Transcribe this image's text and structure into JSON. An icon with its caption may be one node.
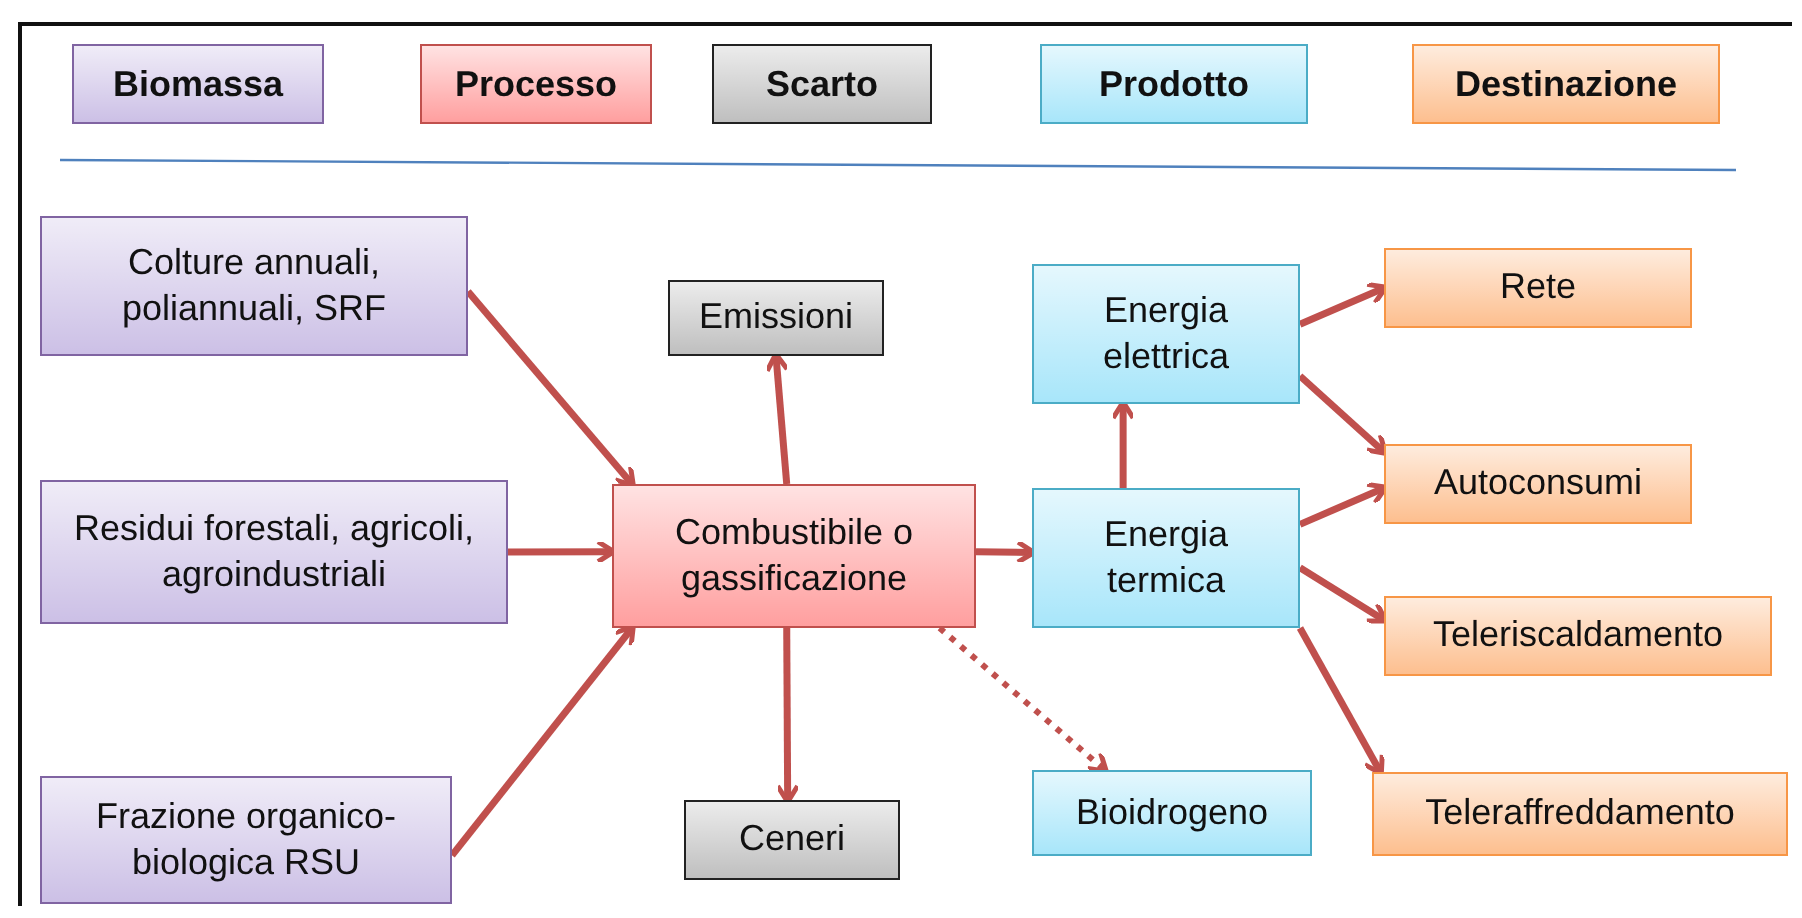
{
  "diagram": {
    "nodes": [
      {
        "text": [
          "Colture annuali, poliannuali, SRF"
        ]
      },
      {
        "text": [
          "Residui forestali, agricoli, agroindustriali"
        ]
      },
      {
        "text": [
          "Frazione organico-biologica RSU"
        ]
      },
      {
        "text": [
          "Emissioni"
        ]
      },
      {
        "text": [
          "Combustibile o gassificazione"
        ]
      },
      {
        "text": [
          "Ceneri"
        ]
      },
      {
        "text": [
          "Energia elettrica"
        ]
      },
      {
        "text": [
          "Energia termica"
        ]
      },
      {
        "text": [
          "Bioidrogeno"
        ]
      },
      {
        "text": [
          "Rete"
        ]
      },
      {
        "text": [
          "Autoconsumi"
        ]
      },
      {
        "text": [
          "Teleriscaldamento"
        ]
      },
      {
        "text": [
          "Teleraffreddamento"
        ]
      }
    ],
    "edges": [
      {
        "from": 0,
        "to": 4,
        "arrow": "to"
      },
      {
        "from": 1,
        "to": 4,
        "arrow": "to"
      },
      {
        "from": 2,
        "to": 4,
        "arrow": "to"
      },
      {
        "from": 4,
        "to": 3,
        "arrow": "to"
      },
      {
        "from": 4,
        "to": 5,
        "arrow": "to"
      },
      {
        "from": 4,
        "to": 7,
        "arrow": "to"
      },
      {
        "from": 4,
        "to": 8,
        "arrow": "to",
        "style": "dashed"
      },
      {
        "from": 7,
        "to": 6,
        "arrow": "to"
      },
      {
        "from": 6,
        "to": 9,
        "arrow": "to"
      },
      {
        "from": 6,
        "to": 10,
        "arrow": "to"
      },
      {
        "from": 7,
        "to": 10,
        "arrow": "to"
      },
      {
        "from": 7,
        "to": 11,
        "arrow": "to"
      },
      {
        "from": 7,
        "to": 12,
        "arrow": "to"
      }
    ],
    "legend": [
      {
        "text": "Biomassa",
        "color": "#ccc0e6"
      },
      {
        "text": "Processo",
        "color": "#ff9f9f"
      },
      {
        "text": "Scarto",
        "color": "#bfbfbf"
      },
      {
        "text": "Prodotto",
        "color": "#a8e6fa"
      },
      {
        "text": "Destinazione",
        "color": "#fdbf8f"
      }
    ]
  }
}
